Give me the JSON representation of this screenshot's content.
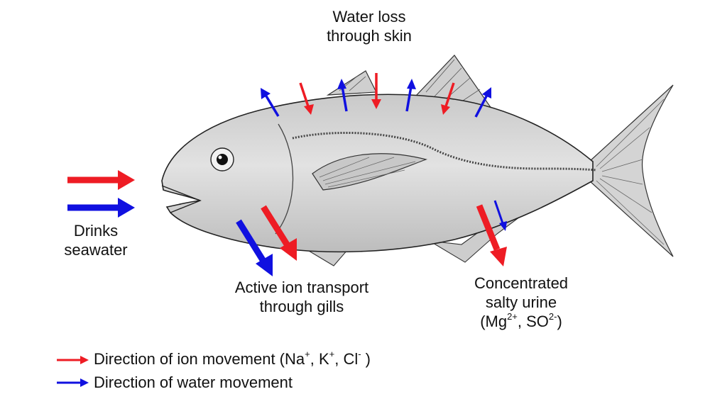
{
  "labels": {
    "water_loss": [
      "Water loss",
      "through skin"
    ],
    "drinks": [
      "Drinks",
      "seawater"
    ],
    "gills": [
      "Active ion transport",
      "through gills"
    ],
    "urine": [
      "Concentrated",
      "salty urine"
    ],
    "urine_ions": {
      "open": "(Mg",
      "mg_charge": "2+",
      "mid": ", SO",
      "so_charge": "2-",
      "close": ")"
    }
  },
  "legend": {
    "ion": {
      "text": "Direction of ion movement (Na",
      "na_charge": "+",
      "k": ", K",
      "k_charge": "+",
      "cl": ", Cl",
      "cl_charge": "-",
      "close": " )"
    },
    "water": {
      "text": "Direction of water movement"
    }
  },
  "colors": {
    "ion": "#ee1c24",
    "water": "#1010e0",
    "fish_body": "#d9d9d9",
    "outline": "#333333"
  }
}
